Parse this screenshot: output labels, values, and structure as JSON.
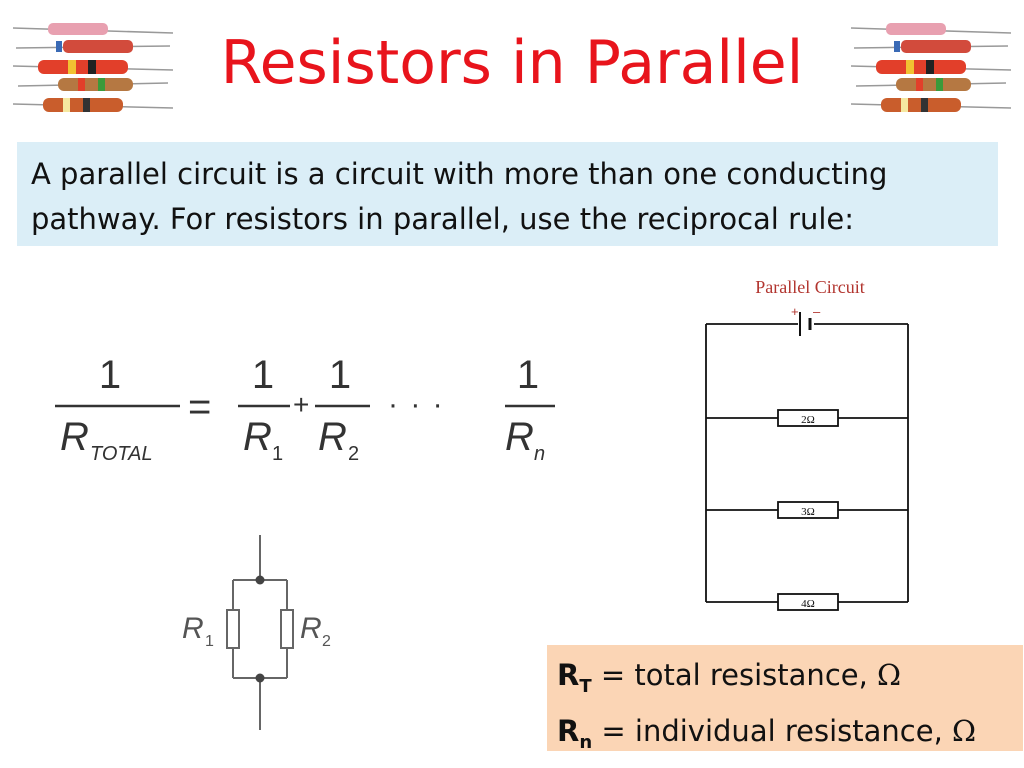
{
  "slide": {
    "title": "Resistors in Parallel",
    "intro_line1": "A parallel circuit is a circuit with more than one conducting",
    "intro_line2": "pathway. For resistors in parallel, use the reciprocal rule:"
  },
  "formula": {
    "lhs_numerator": "1",
    "lhs_denominator_R": "R",
    "lhs_denominator_sub": "TOTAL",
    "equals": "=",
    "plus": "+",
    "ellipsis": "· · ·",
    "term1_numerator": "1",
    "term1_denominator_R": "R",
    "term1_denominator_sub": "1",
    "term2_numerator": "1",
    "term2_denominator_R": "R",
    "term2_denominator_sub": "2",
    "termn_numerator": "1",
    "termn_denominator_R": "R",
    "termn_denominator_sub": "n"
  },
  "parallel_circuit": {
    "title": "Parallel Circuit",
    "plus_sign": "+",
    "minus_sign": "–",
    "resistor_labels": [
      "2Ω",
      "3Ω",
      "4Ω"
    ],
    "title_color": "#b2352f"
  },
  "small_diagram": {
    "R1_label": "R",
    "R1_sub": "1",
    "R2_label": "R",
    "R2_sub": "2"
  },
  "legend": {
    "rt_symbol": "R",
    "rt_sub": "T",
    "rt_text": " = total resistance, ",
    "rn_symbol": "R",
    "rn_sub": "n",
    "rn_text": " = individual resistance, ",
    "omega": "Ω"
  }
}
